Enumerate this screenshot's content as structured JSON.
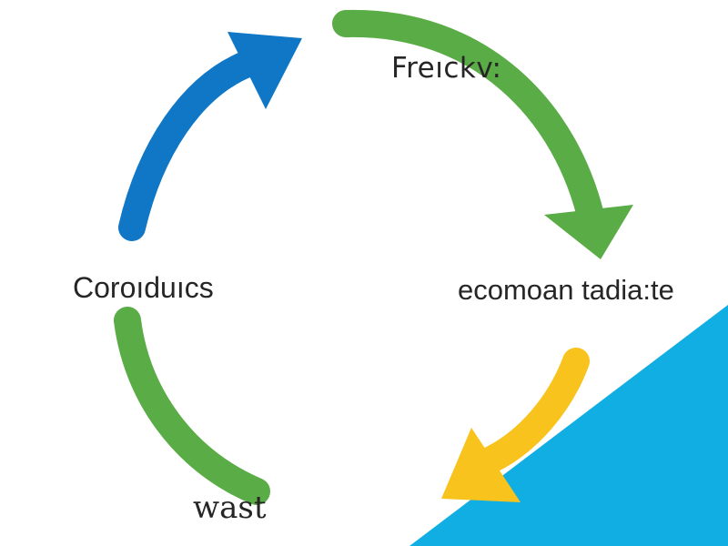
{
  "colors": {
    "background": "#ffffff",
    "text": "#262626",
    "blue_arrow": "#0f77c6",
    "green_arrow": "#5aac46",
    "yellow_arrow": "#f7c31c",
    "corner_panel": "#11aee3"
  },
  "labels": {
    "top": "Freıckv:",
    "left": "Coroıduıcs",
    "right": "ecomoan tadia:te",
    "bottom": "wast"
  }
}
